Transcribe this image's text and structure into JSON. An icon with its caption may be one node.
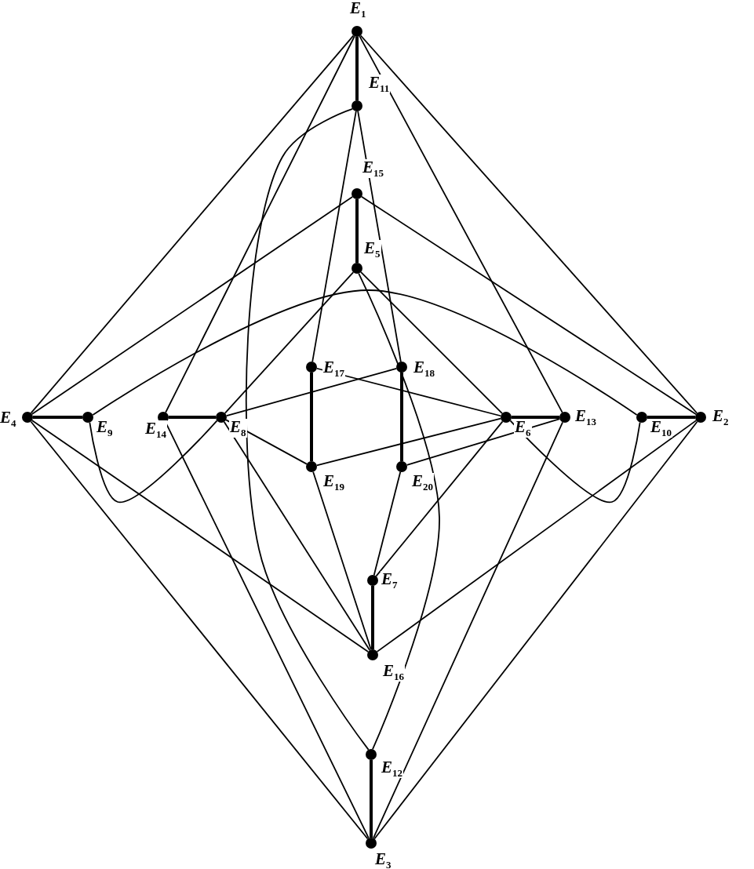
{
  "diagram": {
    "nodes": [
      {
        "text": [],
        "shape": "circle",
        "beside": [
          "E$_{1}$"
        ]
      },
      {
        "text": [],
        "shape": "circle",
        "beside": [
          "E$_{2}$"
        ]
      },
      {
        "text": [],
        "shape": "circle",
        "beside": [
          "E$_{3}$"
        ]
      },
      {
        "text": [],
        "shape": "circle",
        "beside": [
          "E$_{4}$"
        ]
      },
      {
        "text": [],
        "shape": "circle",
        "beside": [
          "E$_{5}$"
        ]
      },
      {
        "text": [],
        "shape": "circle",
        "beside": [
          "E$_{6}$"
        ]
      },
      {
        "text": [],
        "shape": "circle",
        "beside": [
          "E$_{7}$"
        ]
      },
      {
        "text": [],
        "shape": "circle",
        "beside": [
          "E$_{8}$"
        ]
      },
      {
        "text": [],
        "shape": "circle",
        "beside": [
          "E$_{9}$"
        ]
      },
      {
        "text": [],
        "shape": "circle",
        "beside": [
          "E$_{10}$"
        ]
      },
      {
        "text": [],
        "shape": "circle",
        "beside": [
          "E$_{11}$"
        ]
      },
      {
        "text": [],
        "shape": "circle",
        "beside": [
          "E$_{12}$"
        ]
      },
      {
        "text": [],
        "shape": "circle",
        "beside": [
          "E$_{13}$"
        ]
      },
      {
        "text": [],
        "shape": "circle",
        "beside": [
          "E$_{14}$"
        ]
      },
      {
        "text": [],
        "shape": "circle",
        "beside": [
          "E$_{15}$"
        ]
      },
      {
        "text": [],
        "shape": "circle",
        "beside": [
          "E$_{16}$"
        ]
      },
      {
        "text": [],
        "shape": "circle",
        "beside": [
          "E$_{17}$"
        ]
      },
      {
        "text": [],
        "shape": "circle",
        "beside": [
          "E$_{18}$"
        ]
      },
      {
        "text": [],
        "shape": "circle",
        "beside": [
          "E$_{19}$"
        ]
      },
      {
        "text": [],
        "shape": "circle",
        "beside": [
          "E$_{20}$"
        ]
      }
    ],
    "edges": [
      {
        "from": 0,
        "to": 1,
        "arrow": "none"
      },
      {
        "from": 0,
        "to": 3,
        "arrow": "none"
      },
      {
        "from": 1,
        "to": 2,
        "arrow": "none"
      },
      {
        "from": 3,
        "to": 2,
        "arrow": "none"
      },
      {
        "from": 0,
        "to": 10,
        "arrow": "none",
        "style": "thick"
      },
      {
        "from": 14,
        "to": 4,
        "arrow": "none",
        "style": "thick"
      },
      {
        "from": 3,
        "to": 8,
        "arrow": "none",
        "style": "thick"
      },
      {
        "from": 13,
        "to": 7,
        "arrow": "none",
        "style": "thick"
      },
      {
        "from": 16,
        "to": 18,
        "arrow": "none",
        "style": "thick"
      },
      {
        "from": 17,
        "to": 19,
        "arrow": "none",
        "style": "thick"
      },
      {
        "from": 5,
        "to": 12,
        "arrow": "none",
        "style": "thick"
      },
      {
        "from": 9,
        "to": 1,
        "arrow": "none",
        "style": "thick"
      },
      {
        "from": 6,
        "to": 15,
        "arrow": "none",
        "style": "thick"
      },
      {
        "from": 11,
        "to": 2,
        "arrow": "none",
        "style": "thick"
      },
      {
        "from": 0,
        "to": 13,
        "arrow": "none"
      },
      {
        "from": 0,
        "to": 12,
        "arrow": "none"
      },
      {
        "from": 10,
        "to": 16,
        "arrow": "none"
      },
      {
        "from": 10,
        "to": 17,
        "arrow": "none"
      },
      {
        "from": 14,
        "to": 3,
        "arrow": "none"
      },
      {
        "from": 14,
        "to": 1,
        "arrow": "none"
      },
      {
        "from": 4,
        "to": 7,
        "arrow": "none"
      },
      {
        "from": 4,
        "to": 5,
        "arrow": "none"
      },
      {
        "from": 3,
        "to": 15,
        "arrow": "none"
      },
      {
        "from": 1,
        "to": 15,
        "arrow": "none"
      },
      {
        "from": 13,
        "to": 2,
        "arrow": "none"
      },
      {
        "from": 12,
        "to": 2,
        "arrow": "none"
      },
      {
        "from": 7,
        "to": 15,
        "arrow": "none"
      },
      {
        "from": 18,
        "to": 15,
        "arrow": "none"
      },
      {
        "from": 5,
        "to": 6,
        "arrow": "none"
      },
      {
        "from": 19,
        "to": 6,
        "arrow": "none"
      },
      {
        "from": 10,
        "to": 11,
        "arrow": "none"
      },
      {
        "from": 8,
        "to": 9,
        "arrow": "none"
      },
      {
        "from": 8,
        "to": 7,
        "arrow": "none"
      },
      {
        "from": 9,
        "to": 5,
        "arrow": "none"
      },
      {
        "from": 16,
        "to": 5,
        "arrow": "none"
      },
      {
        "from": 17,
        "to": 7,
        "arrow": "none"
      },
      {
        "from": 7,
        "to": 18,
        "arrow": "none"
      },
      {
        "from": 18,
        "to": 5,
        "arrow": "none"
      },
      {
        "from": 19,
        "to": 12,
        "arrow": "none"
      },
      {
        "from": 4,
        "to": 11,
        "arrow": "none"
      }
    ]
  }
}
